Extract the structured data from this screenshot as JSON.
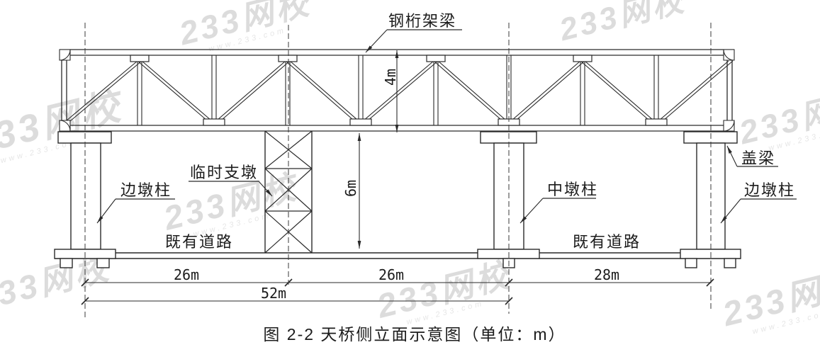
{
  "figure": {
    "caption": "图 2-2 天桥侧立面示意图（单位：m）"
  },
  "labels": {
    "truss_girder": "钢桁架梁",
    "temporary_support_pier": "临时支墩",
    "side_pier_left": "边墩柱",
    "middle_pier": "中墩柱",
    "cap_beam": "盖梁",
    "side_pier_right": "边墩柱",
    "existing_road_left": "既有道路",
    "existing_road_right": "既有道路"
  },
  "dimensions": {
    "truss_height": "4m",
    "under_clearance": "6m",
    "span_left": "26m",
    "span_mid": "26m",
    "span_right": "28m",
    "span_total": "52m"
  },
  "watermark": {
    "text": "233网校",
    "sub": "www.233.com"
  },
  "colors": {
    "line": "#2a2a2a",
    "background": "#ffffff",
    "watermark": "#dcdcdc"
  }
}
